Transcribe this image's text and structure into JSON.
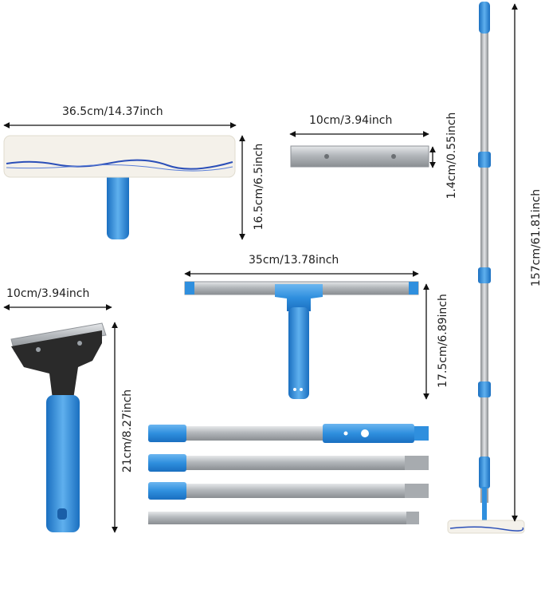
{
  "dimensions": {
    "mop_width": "36.5cm/14.37inch",
    "mop_height": "16.5cm/6.5inch",
    "blade_width": "10cm/3.94inch",
    "blade_height": "1.4cm/0.55inch",
    "squeegee_width": "35cm/13.78inch",
    "squeegee_height": "17.5cm/6.89inch",
    "scraper_width": "10cm/3.94inch",
    "scraper_height": "21cm/8.27inch",
    "pole_length": "157cm/61.81inch"
  },
  "colors": {
    "accent_blue": "#2f8fde",
    "dark_blue": "#1a6fc0",
    "steel": "#b9bcc0",
    "steel_dark": "#8e9297",
    "fabric": "#f4f1ea",
    "fabric_stripe": "#2b4fb8",
    "scraper_head": "#2a2a2a"
  }
}
